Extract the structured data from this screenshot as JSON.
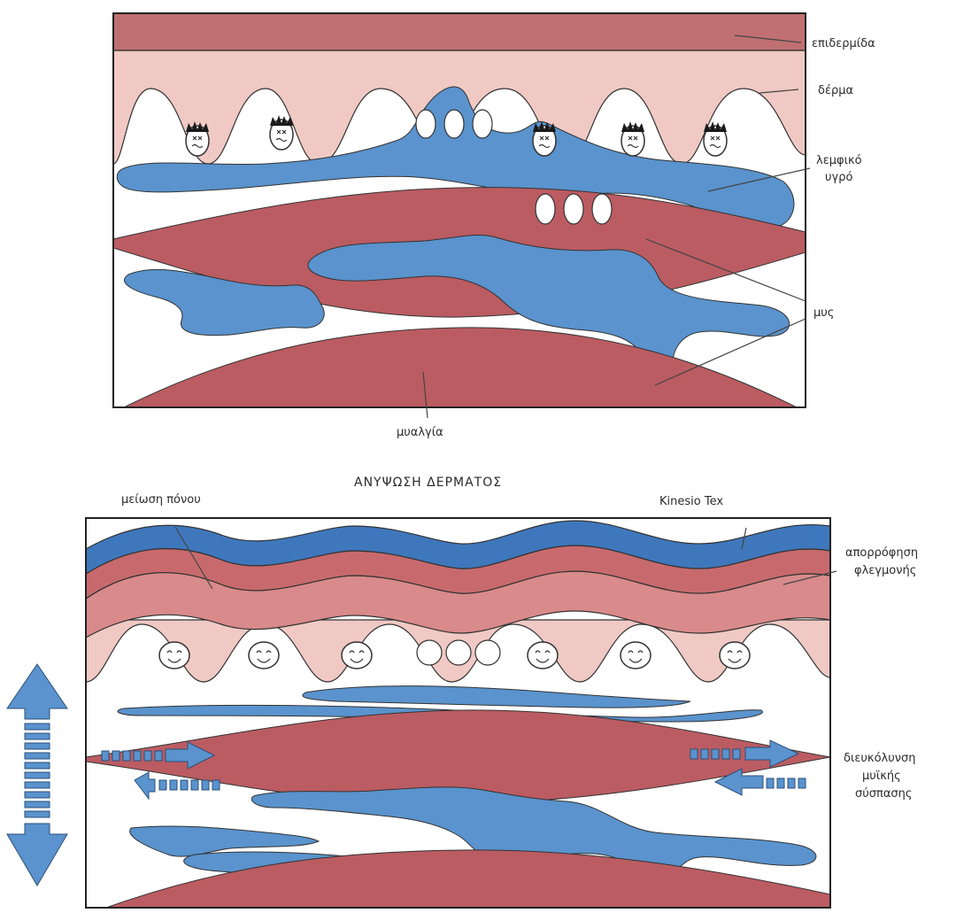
{
  "colors": {
    "epidermis": "#C07070",
    "dermis": "#F0C9C4",
    "lymph": "#5A93CD",
    "muscle": "#BB5C62",
    "tape": "#3F77BC",
    "arrow": "#5A93CD"
  },
  "top_panel": {
    "labels": {
      "epidermis": "επιδερμίδα",
      "dermis": "δέρμα",
      "lymph_line1": "λεμφικό",
      "lymph_line2": "υγρό",
      "muscle": "μυς",
      "myalgia": "μυαλγία"
    },
    "receptor_state": "pain-face-icon"
  },
  "bottom_panel": {
    "title": "ΑΝΥΨΩΣΗ ΔΕΡΜΑΤΟΣ",
    "labels": {
      "pain_reduction": "μείωση πόνου",
      "kinesio": "Kinesio Tex",
      "absorption_line1": "απορρόφηση",
      "absorption_line2": "φλεγμονής",
      "facilitation_line1": "διευκόλυνση",
      "facilitation_line2": "μυϊκής",
      "facilitation_line3": "σύσπασης"
    },
    "receptor_state": "smile-face-icon"
  }
}
